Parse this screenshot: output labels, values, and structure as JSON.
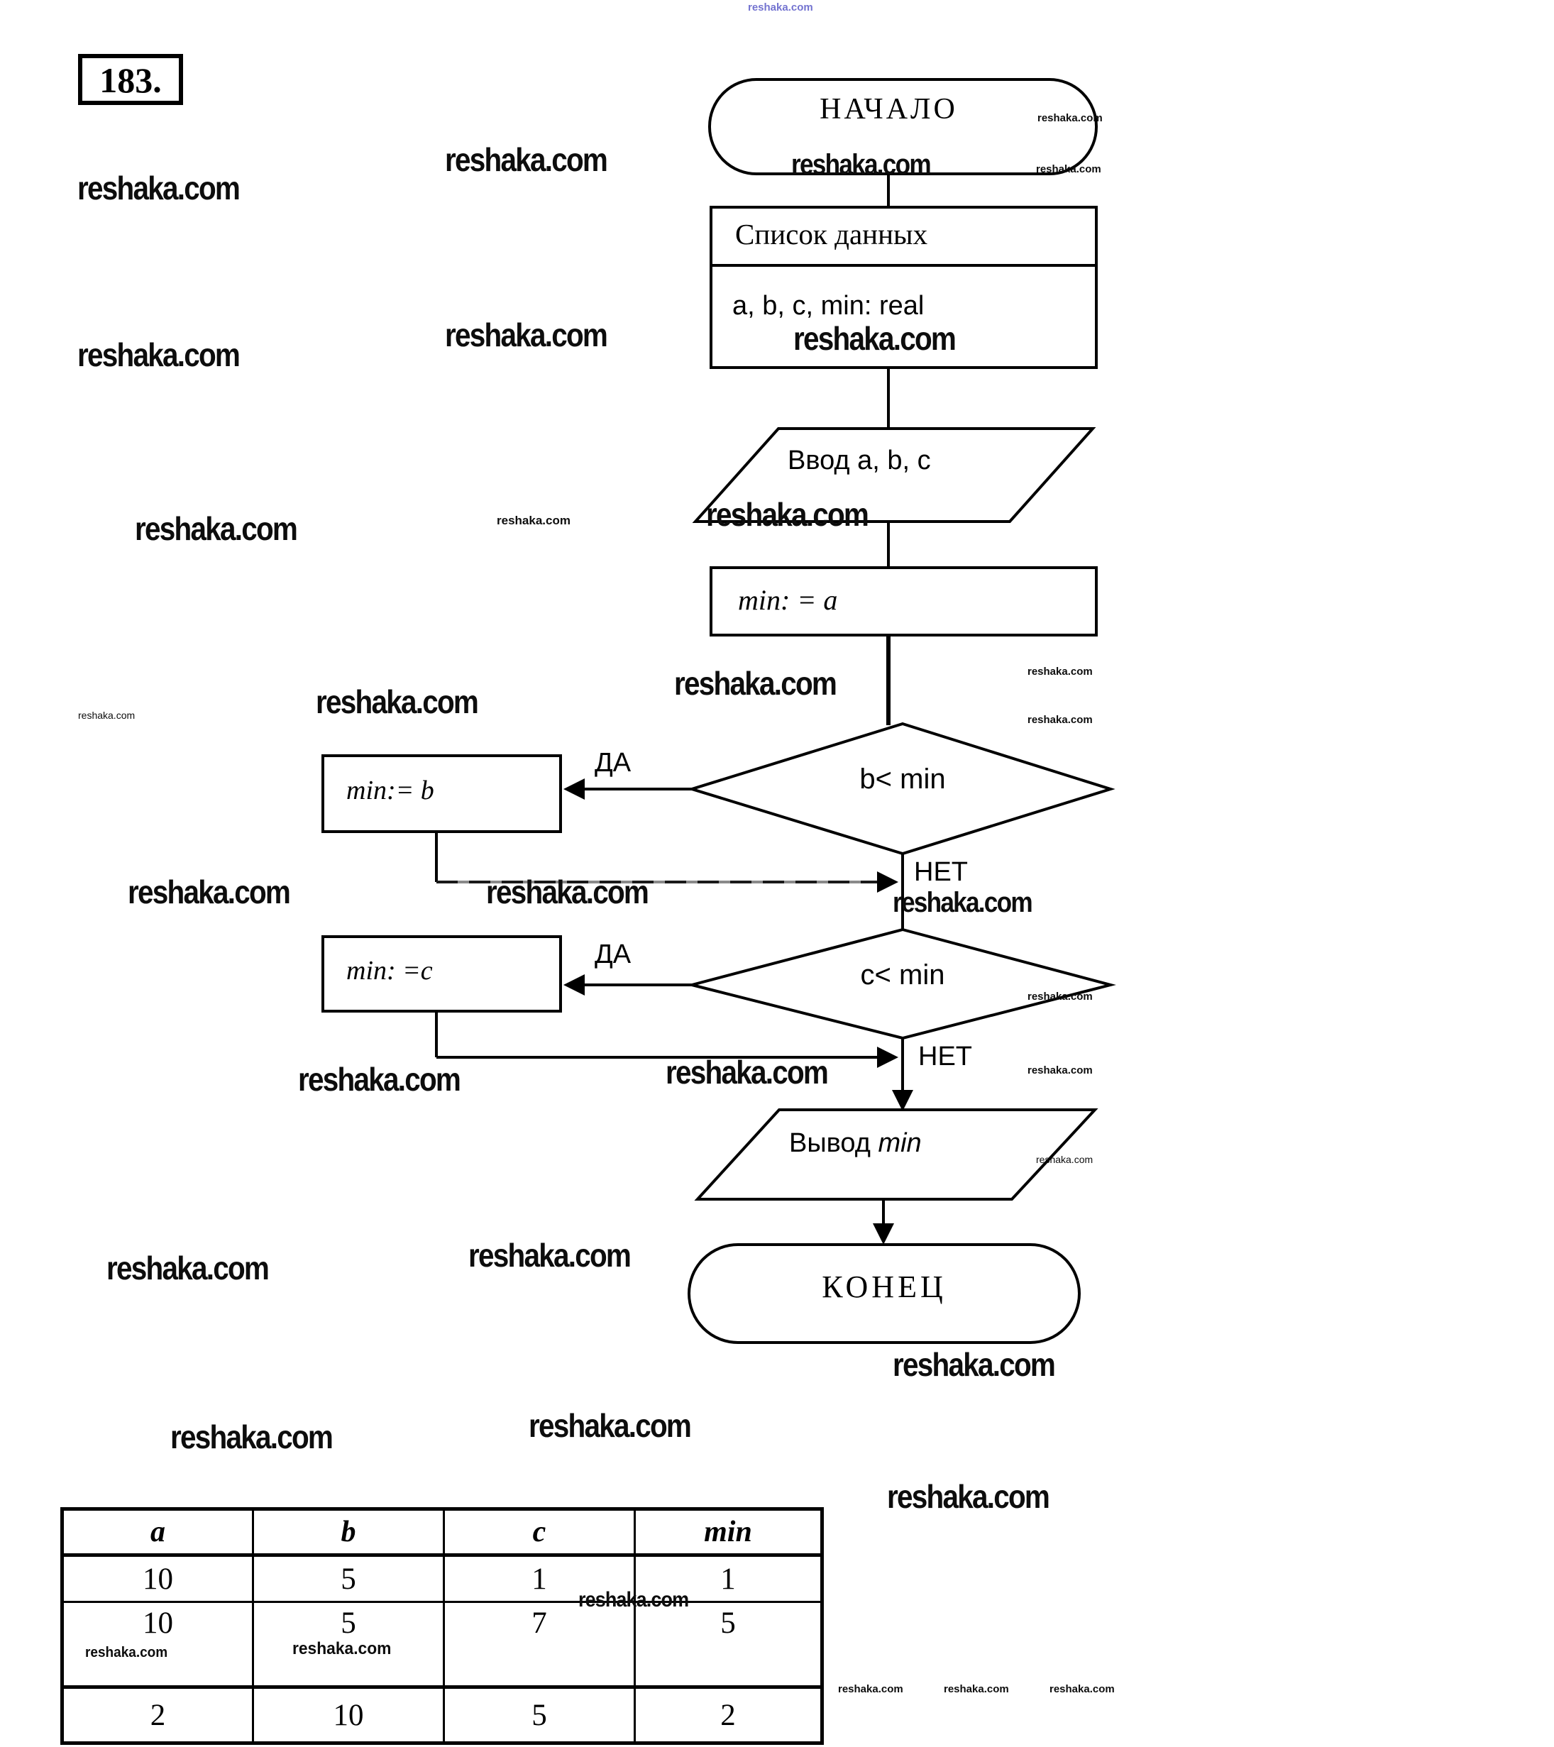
{
  "problem_number": "183.",
  "watermark": {
    "text": "reshaka.com",
    "ink_color": "#0d0d0d",
    "accent_color": "#5b5bc8"
  },
  "flowchart": {
    "start_label": "НАЧАЛО",
    "end_label": "КОНЕЦ",
    "data_list": {
      "title": "Список данных",
      "body": "a, b, c, min: real"
    },
    "input_label": "Ввод a, b, c",
    "assign_a": "min: = a",
    "decision_b": "b< min",
    "assign_b": "min:= b",
    "decision_c": "c< min",
    "assign_c": "min: =c",
    "output_prefix": "Вывод",
    "output_var": "min",
    "yes_label": "ДА",
    "no_label": "НЕТ"
  },
  "table": {
    "headers": [
      "a",
      "b",
      "c",
      "min"
    ],
    "rows": [
      [
        "10",
        "5",
        "1",
        "1"
      ],
      [
        "10",
        "5",
        "7",
        "5"
      ],
      [
        "2",
        "10",
        "5",
        "2"
      ]
    ]
  }
}
